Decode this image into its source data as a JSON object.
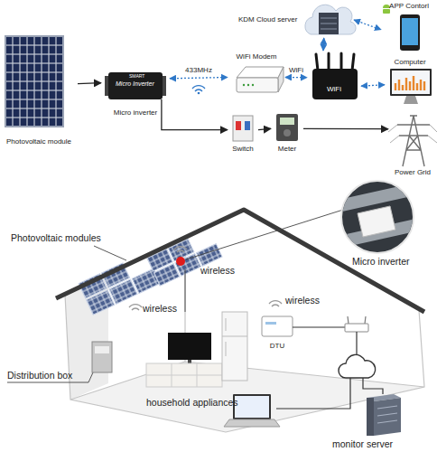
{
  "diagram": {
    "nodes": [
      {
        "text": [
          "Photovoltaic module"
        ]
      },
      {
        "text": [
          "Micro inverter"
        ]
      },
      {
        "text": [
          "WiFi Modem"
        ]
      },
      {
        "text": [
          "WiFi"
        ]
      },
      {
        "text": [
          "KDM Cloud server"
        ]
      },
      {
        "text": [
          "APP Contorl"
        ]
      },
      {
        "text": [
          "Computer"
        ]
      },
      {
        "text": [
          "Switch"
        ]
      },
      {
        "text": [
          "Meter"
        ]
      },
      {
        "text": [
          "Power Grid"
        ]
      },
      {
        "text": [
          "DTU"
        ]
      }
    ],
    "edges": [
      {
        "from": 0,
        "to": 1,
        "arrow": "to"
      },
      {
        "from": 1,
        "to": 2,
        "label": "433MHz",
        "arrow": "both"
      },
      {
        "from": 2,
        "to": 3,
        "label": "WiFi",
        "arrow": "both"
      },
      {
        "from": 3,
        "to": 4,
        "arrow": "both"
      },
      {
        "from": 4,
        "to": 5,
        "arrow": "both"
      },
      {
        "from": 3,
        "to": 6,
        "arrow": "both"
      },
      {
        "from": 1,
        "to": 7,
        "arrow": "to"
      },
      {
        "from": 7,
        "to": 8,
        "arrow": "to"
      },
      {
        "from": 8,
        "to": 9,
        "arrow": "to"
      }
    ],
    "labels": [
      "SMART",
      "Micro Inverter",
      "Photovoltaic modules",
      "wireless",
      "Micro inverter",
      "wireless",
      "wireless",
      "Distribution box",
      "household appliances",
      "monitor server"
    ]
  }
}
